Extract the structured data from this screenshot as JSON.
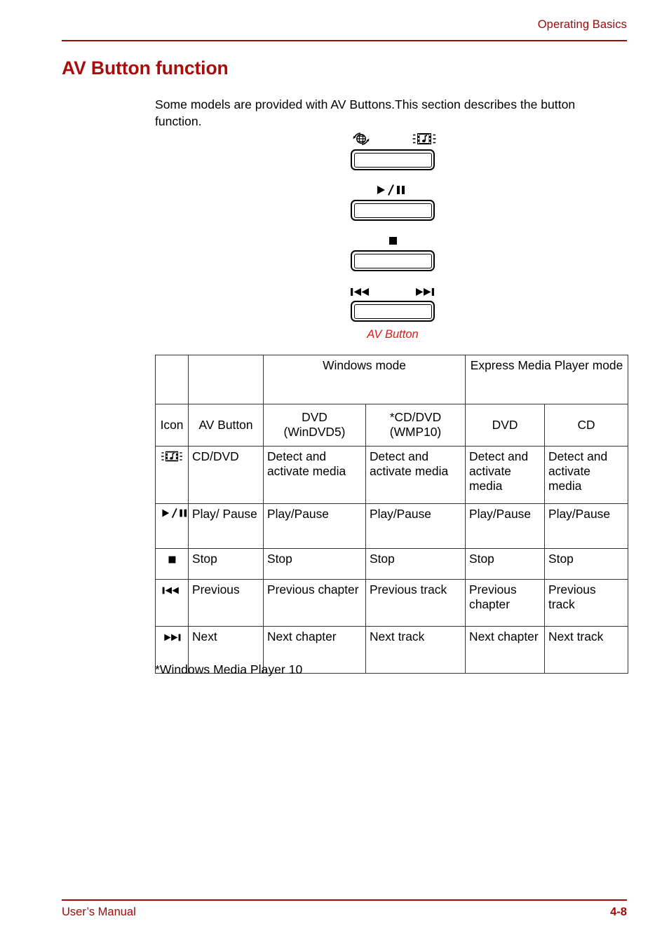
{
  "header": {
    "title": "Operating Basics"
  },
  "section": {
    "title": "AV Button function",
    "intro": "Some models are provided with AV Buttons.This section describes the button function."
  },
  "figure": {
    "caption": "AV Button",
    "rows": [
      {
        "icons": [
          "globe-refresh-icon",
          "cd-dvd-media-icon"
        ],
        "glyphs": [
          "",
          "▒"
        ],
        "button": "av-button-bar-1"
      },
      {
        "icons": [
          "play-pause-icon"
        ],
        "glyphs": [
          "▶/❙❙"
        ],
        "button": "av-button-bar-2"
      },
      {
        "icons": [
          "stop-icon"
        ],
        "glyphs": [
          "■"
        ],
        "button": "av-button-bar-3"
      },
      {
        "icons": [
          "previous-icon",
          "next-icon"
        ],
        "glyphs": [
          "❙◀◀",
          "▶▶❙"
        ],
        "button": "av-button-bar-4"
      }
    ]
  },
  "table": {
    "group_headers": {
      "windows_mode": "Windows mode",
      "express_mode": "Express Media Player mode"
    },
    "columns": [
      "Icon",
      "AV Button",
      "DVD (WinDVD5)",
      "*CD/DVD (WMP10)",
      "DVD",
      "CD"
    ],
    "column_lines": [
      [
        "Icon"
      ],
      [
        "AV Button"
      ],
      [
        "DVD",
        "(WinDVD5)"
      ],
      [
        "*CD/DVD",
        "(WMP10)"
      ],
      [
        "DVD"
      ],
      [
        "CD"
      ]
    ],
    "rows": [
      {
        "icon": "cd-dvd-media-icon",
        "icon_glyph": "",
        "button": "CD/DVD",
        "dvd_windvd5": "Detect and activate media",
        "cddvd_wmp10": "Detect and activate media",
        "express_dvd": "Detect and activate media",
        "express_cd": "Detect and activate media"
      },
      {
        "icon": "play-pause-icon",
        "icon_glyph": "▶/❙❙",
        "button": "Play/ Pause",
        "dvd_windvd5": "Play/Pause",
        "cddvd_wmp10": "Play/Pause",
        "express_dvd": "Play/Pause",
        "express_cd": "Play/Pause"
      },
      {
        "icon": "stop-icon",
        "icon_glyph": "■",
        "button": "Stop",
        "dvd_windvd5": "Stop",
        "cddvd_wmp10": "Stop",
        "express_dvd": "Stop",
        "express_cd": "Stop"
      },
      {
        "icon": "previous-icon",
        "icon_glyph": "❙◀◀",
        "button": "Previous",
        "dvd_windvd5": "Previous chapter",
        "cddvd_wmp10": "Previous track",
        "express_dvd": "Previous chapter",
        "express_cd": "Previous track"
      },
      {
        "icon": "next-icon",
        "icon_glyph": "▶▶❙",
        "button": "Next",
        "dvd_windvd5": "Next chapter",
        "cddvd_wmp10": "Next track",
        "express_dvd": "Next chapter",
        "express_cd": "Next track"
      }
    ]
  },
  "footnote": "*Windows Media Player 10",
  "footer": {
    "left": "User’s Manual",
    "right": "4-8"
  },
  "colors": {
    "accent_red": "#A00A0A",
    "caption_red": "#E01B1B",
    "title_red": "#A80C0C",
    "text_black": "#000000",
    "rule": "#333333"
  }
}
